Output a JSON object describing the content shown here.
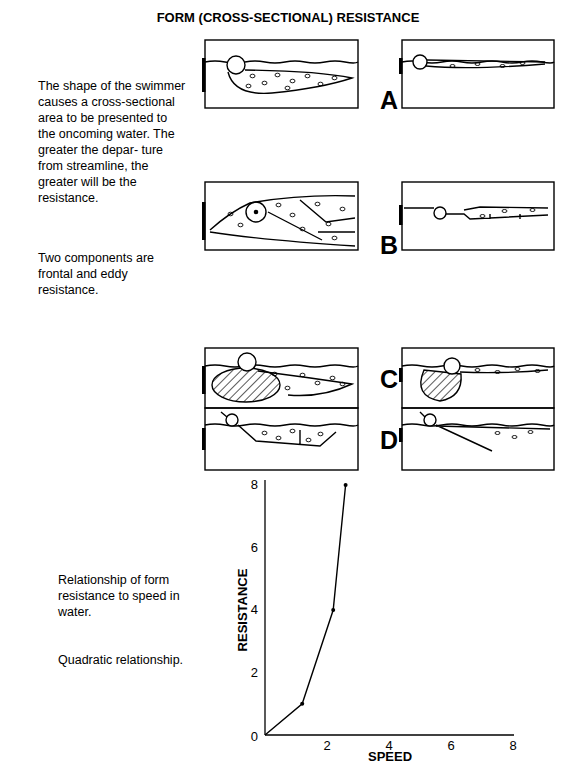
{
  "diagram": {
    "title": "FORM (CROSS-SECTIONAL) RESISTANCE",
    "labels": [
      "The shape of the swimmer causes a cross-sectional area to be presented to the oncoming water. The greater the depar- ture from streamline, the greater will be the resistance.",
      "Two components are frontal and eddy resistance.",
      "A",
      "B",
      "C",
      "D",
      "Relationship of form resistance to speed in water.",
      "Quadratic relationship.",
      "RESISTANCE",
      "SPEED",
      "8",
      "6",
      "4",
      "2",
      "0",
      "2",
      "4",
      "6",
      "8"
    ]
  }
}
